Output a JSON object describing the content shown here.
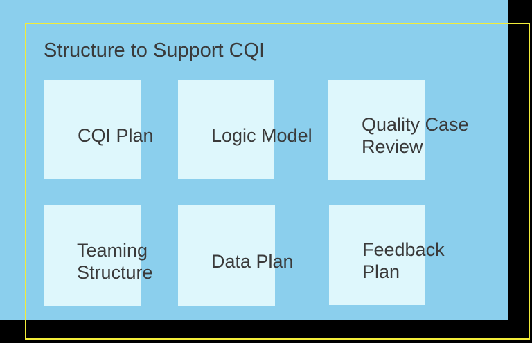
{
  "slide": {
    "title": "Structure to Support CQI",
    "boxes": [
      {
        "label": "CQI Plan"
      },
      {
        "label": "Logic Model"
      },
      {
        "label": "Quality Case\nReview"
      },
      {
        "label": "Teaming\nStructure"
      },
      {
        "label": "Data Plan"
      },
      {
        "label": "Feedback\nPlan"
      }
    ]
  },
  "colors": {
    "background": "#000000",
    "slide_blue": "#8BCFED",
    "box_fill": "#DEF7FC",
    "frame_yellow": "#F2EC3A",
    "text": "#3A3A3A"
  }
}
